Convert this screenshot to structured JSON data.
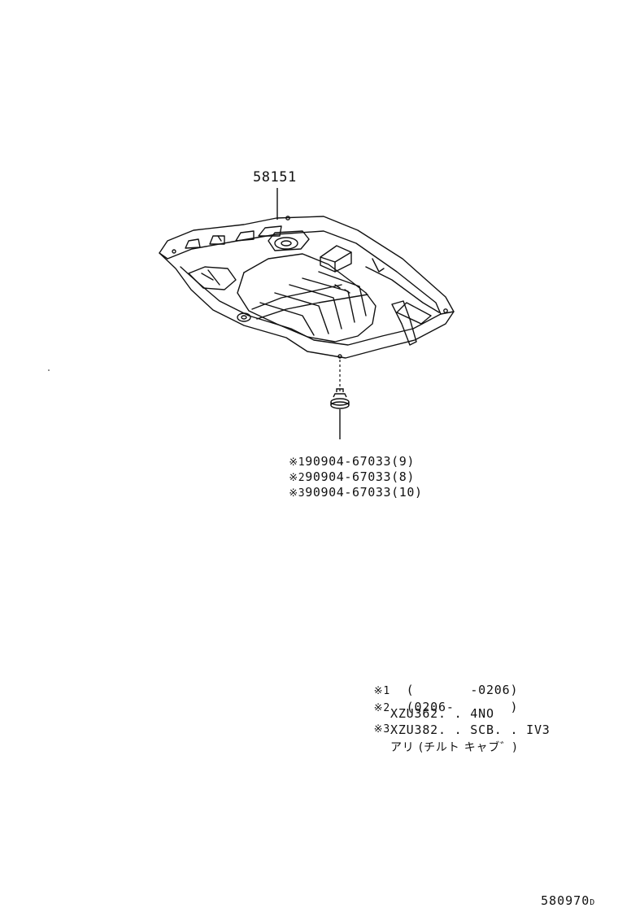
{
  "diagram": {
    "main_part": {
      "number": "58151"
    },
    "fastener_callouts": [
      {
        "mark": "※1",
        "part": "90904-67033(9)"
      },
      {
        "mark": "※2",
        "part": "90904-67033(8)"
      },
      {
        "mark": "※3",
        "part": "90904-67033(10)"
      }
    ],
    "notes": [
      {
        "mark": "※1",
        "lines": [
          "(       -0206)"
        ]
      },
      {
        "mark": "※2",
        "lines": [
          "(0206-       )"
        ]
      },
      {
        "mark": "※3",
        "lines": [
          "XZU362. . 4NO",
          "XZU382. . SCB. . IV3",
          "アリ (チルト キャブ゛)"
        ]
      }
    ],
    "figure_id": "580970",
    "figure_suffix": "D"
  }
}
